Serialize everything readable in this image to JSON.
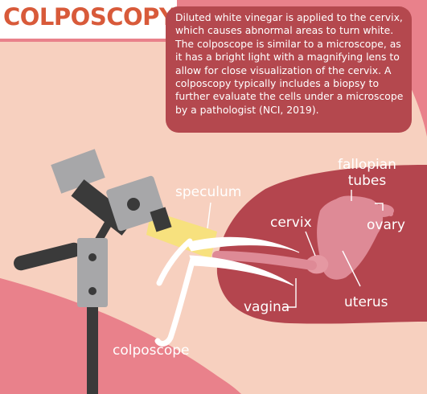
{
  "header": {
    "title": "COLPOSCOPY"
  },
  "callout": {
    "text": "Diluted white vinegar is applied to the cervix, which causes abnormal areas to turn white. The colposcope is similar to a microscope, as it has a bright light with a magnifying lens to allow for close visualization of the cervix. A colposcopy typically includes a biopsy to further evaluate the cells under a microscope by a pathologist (NCI, 2019)."
  },
  "labels": {
    "speculum": "speculum",
    "fallopian_tubes": "fallopian\ntubes",
    "cervix": "cervix",
    "ovary": "ovary",
    "uterus": "uterus",
    "vagina": "vagina",
    "colposcope": "colposcope"
  },
  "colors": {
    "frame": "#e9818b",
    "skin": "#f7d0bf",
    "cavity": "#b4454e",
    "uterus": "#de8a96",
    "title": "#d85a3a",
    "callout": "#b4484e",
    "device_gray": "#a7a7a9",
    "device_dark": "#3a3a3a",
    "light_beam": "#f7e27a"
  }
}
